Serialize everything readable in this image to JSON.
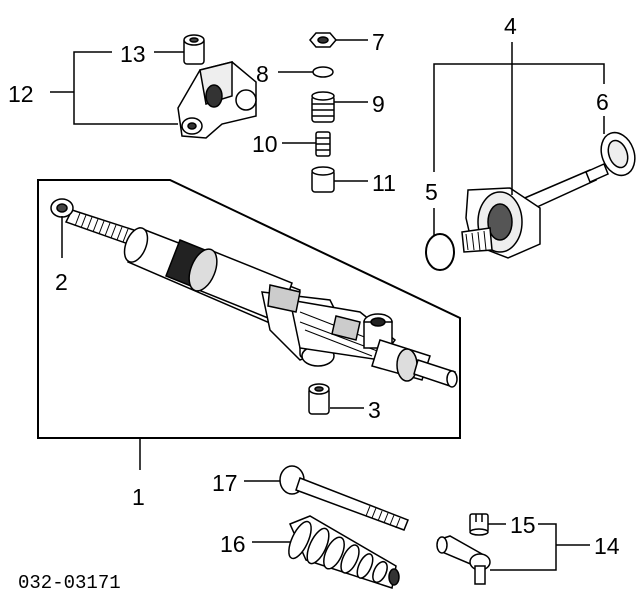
{
  "diagram": {
    "part_labels": {
      "n1": "1",
      "n2": "2",
      "n3": "3",
      "n4": "4",
      "n5": "5",
      "n6": "6",
      "n7": "7",
      "n8": "8",
      "n9": "9",
      "n10": "10",
      "n11": "11",
      "n12": "12",
      "n13": "13",
      "n14": "14",
      "n15": "15",
      "n16": "16",
      "n17": "17"
    },
    "diagram_code": "032-03171"
  }
}
